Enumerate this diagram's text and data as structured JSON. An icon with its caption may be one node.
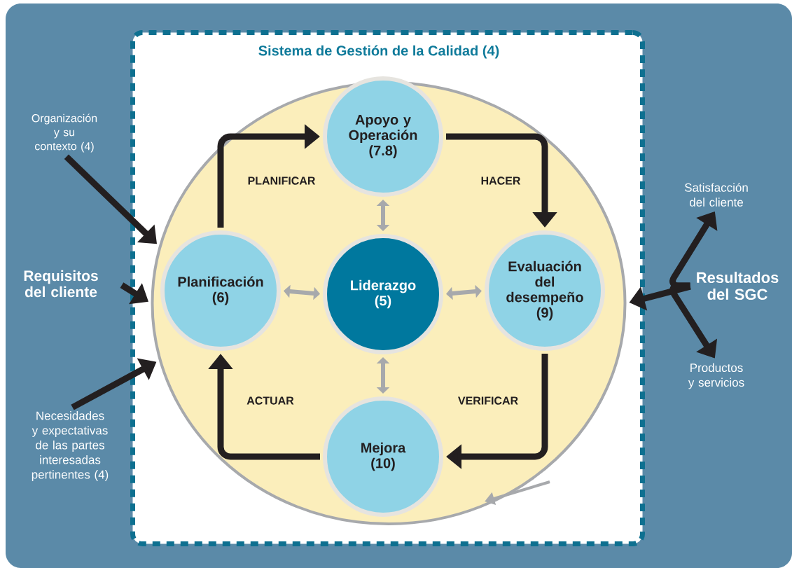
{
  "diagram": {
    "nodes": [
      {
        "text": [
          "Sistema de Gestión de la Calidad (4)"
        ]
      },
      {
        "text": [],
        "shape": "circle",
        "in": 0
      },
      {
        "text": [
          "Apoyo y Operación (7.8)"
        ],
        "in": 1
      },
      {
        "text": [
          "Planificación (6)"
        ],
        "in": 1
      },
      {
        "text": [
          "Liderazgo (5)"
        ],
        "in": 1
      },
      {
        "text": [
          "Evaluación del desempeño (9)"
        ],
        "in": 1
      },
      {
        "text": [
          "Mejora (10)"
        ],
        "in": 1
      },
      {
        "text": [
          "Organización y su contexto (4)"
        ]
      },
      {
        "text": [
          "Requisitos del cliente"
        ]
      },
      {
        "text": [
          "Necesidades y expectativas de las partes interesadas pertinentes (4)"
        ]
      },
      {
        "text": [
          "Resultados del SGC"
        ]
      },
      {
        "text": [
          "Satisfacción del cliente"
        ]
      },
      {
        "text": [
          "Productos y servicios"
        ]
      }
    ],
    "edges": [
      {
        "from": 3,
        "to": 2,
        "arrow": "to",
        "label": "PLANIFICAR"
      },
      {
        "from": 2,
        "to": 5,
        "arrow": "to",
        "label": "HACER"
      },
      {
        "from": 5,
        "to": 6,
        "arrow": "to",
        "label": "VERIFICAR"
      },
      {
        "from": 6,
        "to": 3,
        "arrow": "to",
        "label": "ACTUAR"
      },
      {
        "from": 4,
        "to": 2,
        "arrow": "both",
        "color": "#a7a9ac"
      },
      {
        "from": 4,
        "to": 3,
        "arrow": "both",
        "color": "#a7a9ac"
      },
      {
        "from": 4,
        "to": 5,
        "arrow": "both",
        "color": "#a7a9ac"
      },
      {
        "from": 4,
        "to": 6,
        "arrow": "both",
        "color": "#a7a9ac"
      },
      {
        "from": 7,
        "to": 1,
        "arrow": "to"
      },
      {
        "from": 8,
        "to": 1,
        "arrow": "to"
      },
      {
        "from": 9,
        "to": 1,
        "arrow": "to"
      },
      {
        "from": 10,
        "to": 1,
        "arrow": "to"
      },
      {
        "from": 10,
        "to": 11,
        "arrow": "to"
      },
      {
        "from": 10,
        "to": 12,
        "arrow": "to"
      }
    ]
  }
}
